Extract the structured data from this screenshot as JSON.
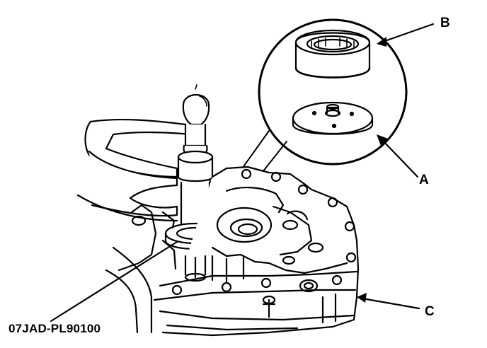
{
  "callouts": {
    "b": "B",
    "a": "A",
    "c": "C",
    "tool": "07JAD-PL90100"
  },
  "colors": {
    "ink": "#000000",
    "paper": "#ffffff"
  }
}
